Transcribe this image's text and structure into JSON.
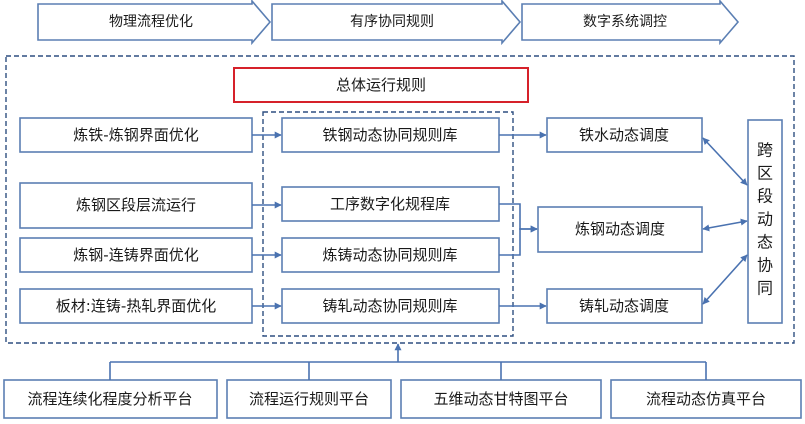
{
  "banners": [
    {
      "label": "物理流程优化"
    },
    {
      "label": "有序协同规则"
    },
    {
      "label": "数字系统调控"
    }
  ],
  "general_rule": "总体运行规则",
  "left_items": [
    {
      "label": "炼铁-炼钢界面优化"
    },
    {
      "label": "炼钢区段层流运行"
    },
    {
      "label": "炼钢-连铸界面优化"
    },
    {
      "label": "板材:连铸-热轧界面优化"
    }
  ],
  "rule_libs": [
    {
      "label": "铁钢动态协同规则库"
    },
    {
      "label": "工序数字化规程库"
    },
    {
      "label": "炼铸动态协同规则库"
    },
    {
      "label": "铸轧动态协同规则库"
    }
  ],
  "schedules": [
    {
      "label": "铁水动态调度"
    },
    {
      "label": "炼钢动态调度"
    },
    {
      "label": "铸轧动态调度"
    }
  ],
  "cross_region": {
    "chars": [
      "跨",
      "区",
      "段",
      "动",
      "态",
      "协",
      "同"
    ]
  },
  "platforms": [
    {
      "label": "流程连续化程度分析平台"
    },
    {
      "label": "流程运行规则平台"
    },
    {
      "label": "五维动态甘特图平台"
    },
    {
      "label": "流程动态仿真平台"
    }
  ]
}
